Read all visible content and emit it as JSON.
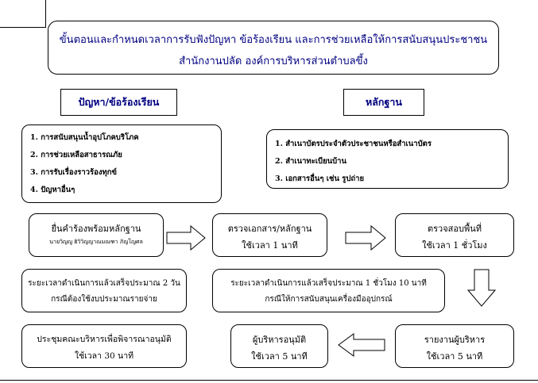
{
  "title": {
    "line1": "ขั้นตอนและกำหนดเวลาการรับฟังปัญหา ข้อร้องเรียน และการช่วยเหลือให้การสนับสนุนประชาชน",
    "line2": "สำนักงานปลัด องค์การบริหารส่วนตำบลขึ้ง"
  },
  "headers": {
    "problems": "ปัญหา/ข้อร้องเรียน",
    "evidence": "หลักฐาน"
  },
  "problems": [
    "1. การสนับสนุนน้ำอุปโภคบริโภค",
    "2. การช่วยเหลือสาธารณภัย",
    "3. การรับเรื่องราวร้องทุกข์",
    "4. ปัญหาอื่นๆ"
  ],
  "evidence": [
    "1. สำเนาบัตรประจำตัวประชาชนหรือสำเนาบัตร",
    "2. สำเนาทะเบียนบ้าน",
    "3. เอกสารอื่นๆ เช่น รูปถ่าย"
  ],
  "steps": {
    "submit_line1": "ยื่นคำร้องพร้อมหลักฐาน",
    "submit_line2": "นายวิญญู ฮิวิวิญญาณมณฑา ภิญโญศล",
    "check_docs_line1": "ตรวจเอกสาร/หลักฐาน",
    "check_docs_line2": "ใช้เวลา 1 นาที",
    "inspect_line1": "ตรวจสอบพื้นที่",
    "inspect_line2": "ใช้เวลา 1 ชั่วโมง",
    "budget_line1": "ระยะเวลาดำเนินการแล้วเสร็จประมาณ 2 วัน",
    "budget_line2": "กรณีต้องใช้งบประมาณรายจ่าย",
    "equipment_line1": "ระยะเวลาดำเนินการแล้วเสร็จประมาณ 1 ชั่วโมง 10 นาที",
    "equipment_line2": "กรณีให้การสนับสนุนเครื่องมืออุปกรณ์",
    "meeting_line1": "ประชุมคณะบริหารเพื่อพิจารณาอนุมัติ",
    "meeting_line2": "ใช้เวลา 30 นาที",
    "approve_line1": "ผู้บริหารอนุมัติ",
    "approve_line2": "ใช้เวลา 5 นาที",
    "report_line1": "รายงานผู้บริหาร",
    "report_line2": "ใช้เวลา 5 นาที"
  }
}
